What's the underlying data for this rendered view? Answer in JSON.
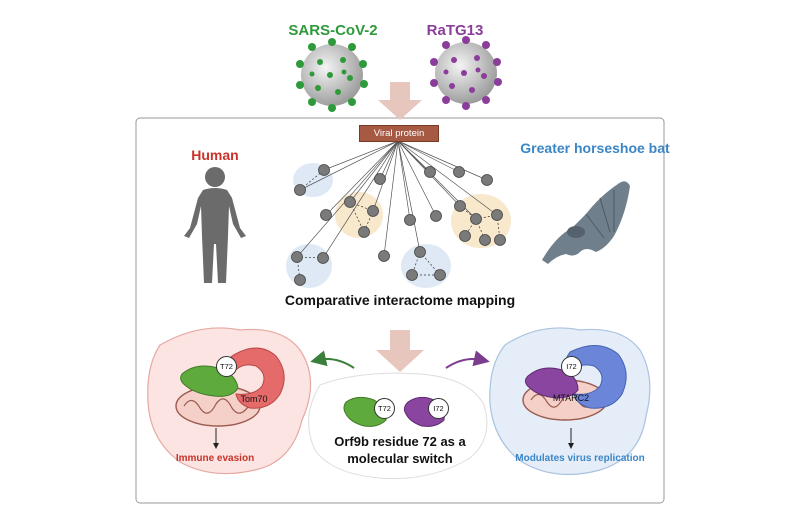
{
  "viruses": {
    "sars_cov_2": {
      "label": "SARS-CoV-2",
      "color": "#2e9a3b"
    },
    "ratg13": {
      "label": "RaTG13",
      "color": "#8a3e99"
    }
  },
  "hosts": {
    "human": {
      "label": "Human",
      "color": "#c8322a"
    },
    "bat": {
      "label": "Greater horseshoe bat",
      "color": "#3a86c6"
    }
  },
  "network": {
    "hub_label": "Viral protein",
    "caption": "Comparative interactome mapping"
  },
  "mechanism": {
    "human_side": {
      "protein_label": "Tom70",
      "residue_label": "T72",
      "outcome": "Immune evasion"
    },
    "bat_side": {
      "protein_label": "MTARC2",
      "residue_label": "I72",
      "outcome": "Modulates virus replication"
    },
    "center": {
      "residue_left": "T72",
      "residue_right": "I72",
      "caption": "Orf9b residue 72 as a molecular switch"
    }
  }
}
